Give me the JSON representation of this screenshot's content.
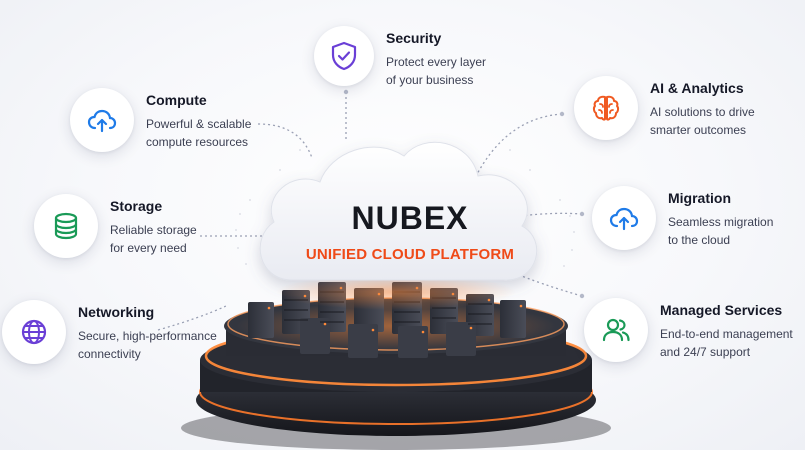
{
  "brand": {
    "name": "NUBEX",
    "tagline": "UNIFIED CLOUD PLATFORM"
  },
  "colors": {
    "accent_blue": "#1f7be8",
    "accent_purple": "#6a3fd6",
    "accent_orange": "#f05a22",
    "accent_green": "#1a9a57",
    "tagline_orange": "#ef4a18",
    "server_glow": "#ff7a2a"
  },
  "services": {
    "security": {
      "icon": "shield-check-icon",
      "title": "Security",
      "desc_line1": "Protect every layer",
      "desc_line2": "of your business"
    },
    "compute": {
      "icon": "cloud-upload-icon",
      "title": "Compute",
      "desc_line1": "Powerful & scalable",
      "desc_line2": "compute resources"
    },
    "ai": {
      "icon": "brain-icon",
      "title": "AI & Analytics",
      "desc_line1": "AI solutions to drive",
      "desc_line2": "smarter outcomes"
    },
    "storage": {
      "icon": "database-icon",
      "title": "Storage",
      "desc_line1": "Reliable storage",
      "desc_line2": "for every need"
    },
    "migration": {
      "icon": "cloud-upload-icon",
      "title": "Migration",
      "desc_line1": "Seamless migration",
      "desc_line2": "to the cloud"
    },
    "networking": {
      "icon": "globe-icon",
      "title": "Networking",
      "desc_line1": "Secure, high-performance",
      "desc_line2": "connectivity"
    },
    "managed": {
      "icon": "users-icon",
      "title": "Managed Services",
      "desc_line1": "End-to-end management",
      "desc_line2": "and 24/7 support"
    }
  }
}
